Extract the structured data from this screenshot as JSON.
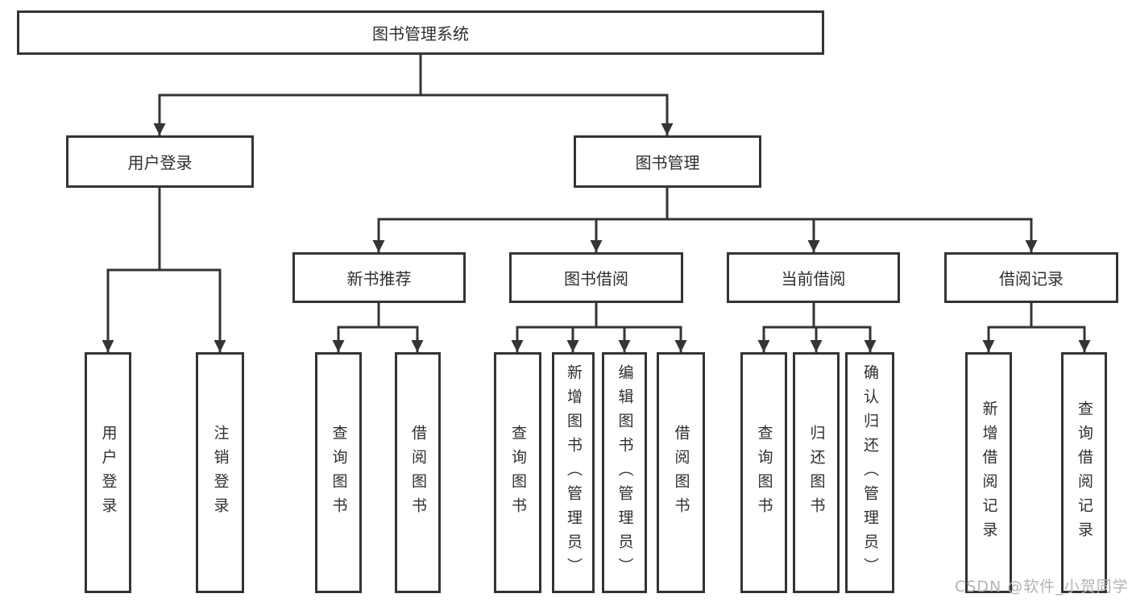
{
  "tree": {
    "root_label": "图书管理系统",
    "user_login": {
      "label": "用户登录",
      "children": [
        {
          "label": "用户登录"
        },
        {
          "label": "注销登录"
        }
      ]
    },
    "book_management": {
      "label": "图书管理",
      "sections": [
        {
          "label": "新书推荐",
          "children": [
            {
              "label": "查询图书"
            },
            {
              "label": "借阅图书"
            }
          ]
        },
        {
          "label": "图书借阅",
          "children": [
            {
              "label": "查询图书"
            },
            {
              "label": "新增图书（管理员）"
            },
            {
              "label": "编辑图书（管理员）"
            },
            {
              "label": "借阅图书"
            }
          ]
        },
        {
          "label": "当前借阅",
          "children": [
            {
              "label": "查询图书"
            },
            {
              "label": "归还图书"
            },
            {
              "label": "确认归还（管理员）"
            }
          ]
        },
        {
          "label": "借阅记录",
          "children": [
            {
              "label": "新增借阅记录"
            },
            {
              "label": "查询借阅记录"
            }
          ]
        }
      ]
    },
    "watermark": "CSDN @软件_小贺同学",
    "line_color": "#343434"
  }
}
